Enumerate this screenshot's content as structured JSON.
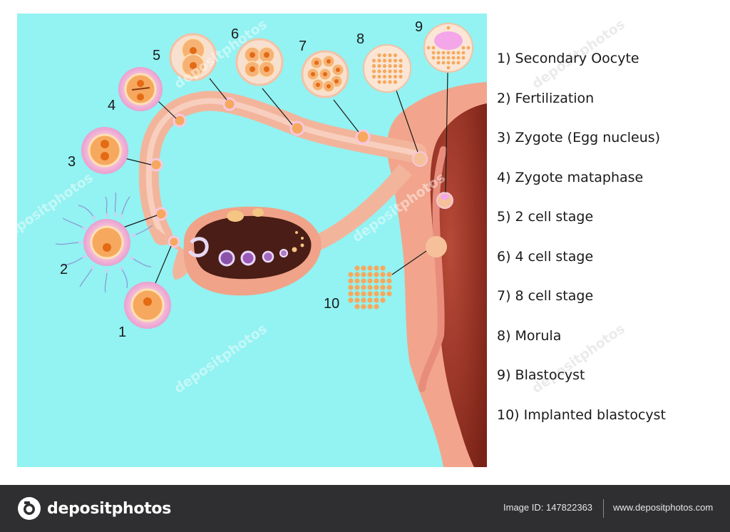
{
  "stage_numbers": [
    "1",
    "2",
    "3",
    "4",
    "5",
    "6",
    "7",
    "8",
    "9",
    "10"
  ],
  "legend": [
    "1)  Secondary Oocyte",
    "2)  Fertilization",
    "3)  Zygote (Egg nucleus)",
    "4)  Zygote mataphase",
    "5)  2 cell stage",
    "6)  4 cell stage",
    "7)  8 cell stage",
    "8)  Morula",
    "9)  Blastocyst",
    "10) Implanted blastocyst"
  ],
  "watermark": "depositphotos",
  "footer": {
    "brand": "depositphotos",
    "image_id": "Image ID: 147822363",
    "url": "www.depositphotos.com"
  },
  "colors": {
    "background": "#93f2f2",
    "tissue": "#f2b59c",
    "uterus_wall": "#a63a2d",
    "ovary_interior": "#4a1d16",
    "cell": "#f6a95e",
    "nucleus": "#e46a14",
    "footer": "#2f2f31"
  }
}
